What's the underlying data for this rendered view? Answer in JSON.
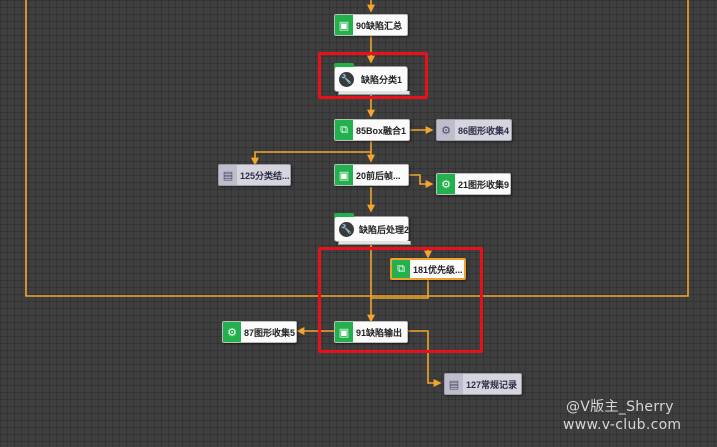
{
  "nodes": {
    "n90": {
      "label": "90缺陷汇总",
      "icon": "monitor-icon"
    },
    "classify": {
      "label": "缺陷分类1",
      "icon": "wrench-icon"
    },
    "n85": {
      "label": "85Box融合1",
      "icon": "merge-icon"
    },
    "n86": {
      "label": "86图形收集4",
      "icon": "gear-collect-icon"
    },
    "n125": {
      "label": "125分类结...",
      "icon": "table-icon"
    },
    "n20": {
      "label": "20前后帧...",
      "icon": "monitor-icon"
    },
    "n21": {
      "label": "21图形收集9",
      "icon": "gear-collect-icon"
    },
    "post": {
      "label": "缺陷后处理2",
      "icon": "wrench-icon"
    },
    "n181": {
      "label": "181优先级...",
      "icon": "merge-icon"
    },
    "n87": {
      "label": "87图形收集5",
      "icon": "gear-collect-icon"
    },
    "n91": {
      "label": "91缺陷输出",
      "icon": "monitor-icon"
    },
    "n127": {
      "label": "127常规记录",
      "icon": "table-icon"
    }
  },
  "colors": {
    "wire": "#f4a52c",
    "highlight": "#e8101b",
    "node_accent": "#22b14c"
  },
  "watermark": {
    "line1": "@V版主_Sherry",
    "line2": "www.v-club.com"
  }
}
